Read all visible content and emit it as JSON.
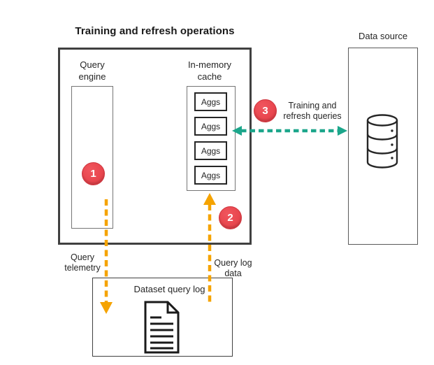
{
  "diagram": {
    "title": "Training and refresh operations",
    "query_engine": {
      "label_lines": [
        "Query",
        "engine"
      ]
    },
    "cache": {
      "label_lines": [
        "In-memory",
        "cache"
      ],
      "aggs": [
        "Aggs",
        "Aggs",
        "Aggs",
        "Aggs"
      ]
    },
    "data_source": {
      "label": "Data source",
      "icon": "database-icon"
    },
    "dataset_query_log": {
      "label": "Dataset query log",
      "icon": "document-icon"
    },
    "badges": {
      "one": "1",
      "two": "2",
      "three": "3"
    },
    "flows": {
      "query_telemetry": {
        "label_lines": [
          "Query",
          "telemetry"
        ],
        "direction": "query-engine-to-dataset-query-log"
      },
      "query_log_data": {
        "label_lines": [
          "Query log",
          "data"
        ],
        "direction": "dataset-query-log-to-in-memory-cache"
      },
      "training_refresh": {
        "label_lines": [
          "Training and",
          "refresh queries"
        ],
        "direction": "in-memory-cache-to-data-source-bidirectional"
      }
    },
    "colors": {
      "badge_red": "#E9474F",
      "arrow_orange": "#F5A300",
      "arrow_teal": "#1CA68B",
      "outer_box_border": "#404040",
      "thin_box_border": "#757575"
    }
  }
}
